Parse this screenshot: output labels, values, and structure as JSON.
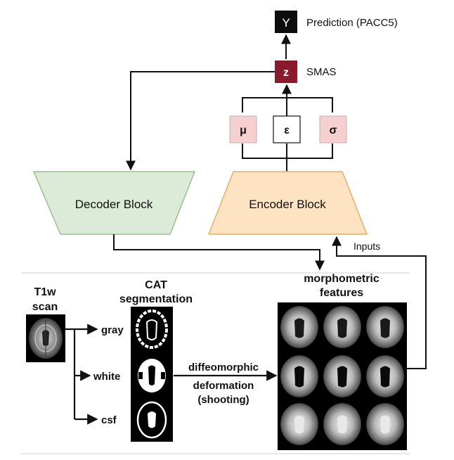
{
  "colors": {
    "prediction_box": "#0d0d0d",
    "smas_box": "#8b1a2c",
    "mu_sigma_box": "#f6cfd0",
    "decoder_fill": "#dcebd7",
    "decoder_stroke": "#9cbf92",
    "encoder_fill": "#fde3c2",
    "encoder_stroke": "#e0b06a",
    "line": "#111111"
  },
  "prediction": {
    "symbol": "Y",
    "label": "Prediction (PACC5)"
  },
  "smas": {
    "symbol": "z",
    "label": "SMAS"
  },
  "latent": {
    "mu": "μ",
    "epsilon": "ε",
    "sigma": "σ"
  },
  "decoder": {
    "label": "Decoder Block"
  },
  "encoder": {
    "label": "Encoder Block"
  },
  "inputs_label": "Inputs",
  "pipeline": {
    "t1w_line1": "T1w",
    "t1w_line2": "scan",
    "cat_line1": "CAT",
    "cat_line2": "segmentation",
    "tissues": [
      "gray",
      "white",
      "csf"
    ],
    "deformation_line1": "diffeomorphic",
    "deformation_line2": "deformation",
    "deformation_line3": "(shooting)",
    "morph_line1": "morphometric",
    "morph_line2": "features"
  }
}
